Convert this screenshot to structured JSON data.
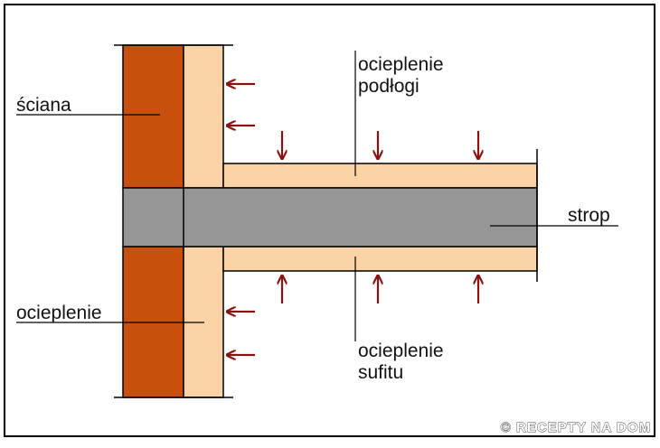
{
  "labels": {
    "wall": "ściana",
    "insulation": "ocieplenie",
    "floor_insulation_line1": "ocieplenie",
    "floor_insulation_line2": "podłogi",
    "ceiling_insulation_line1": "ocieplenie",
    "ceiling_insulation_line2": "sufitu",
    "slab": "strop"
  },
  "copyright": "© RECEPTY NA DOM",
  "colors": {
    "brick": "#c8500f",
    "insulation": "#fcd3a6",
    "concrete": "#969696",
    "arrow": "#8b1010",
    "outline": "#000000",
    "frame": "#000000"
  },
  "icons": {
    "arrows": "heat-direction-arrow-icon"
  }
}
